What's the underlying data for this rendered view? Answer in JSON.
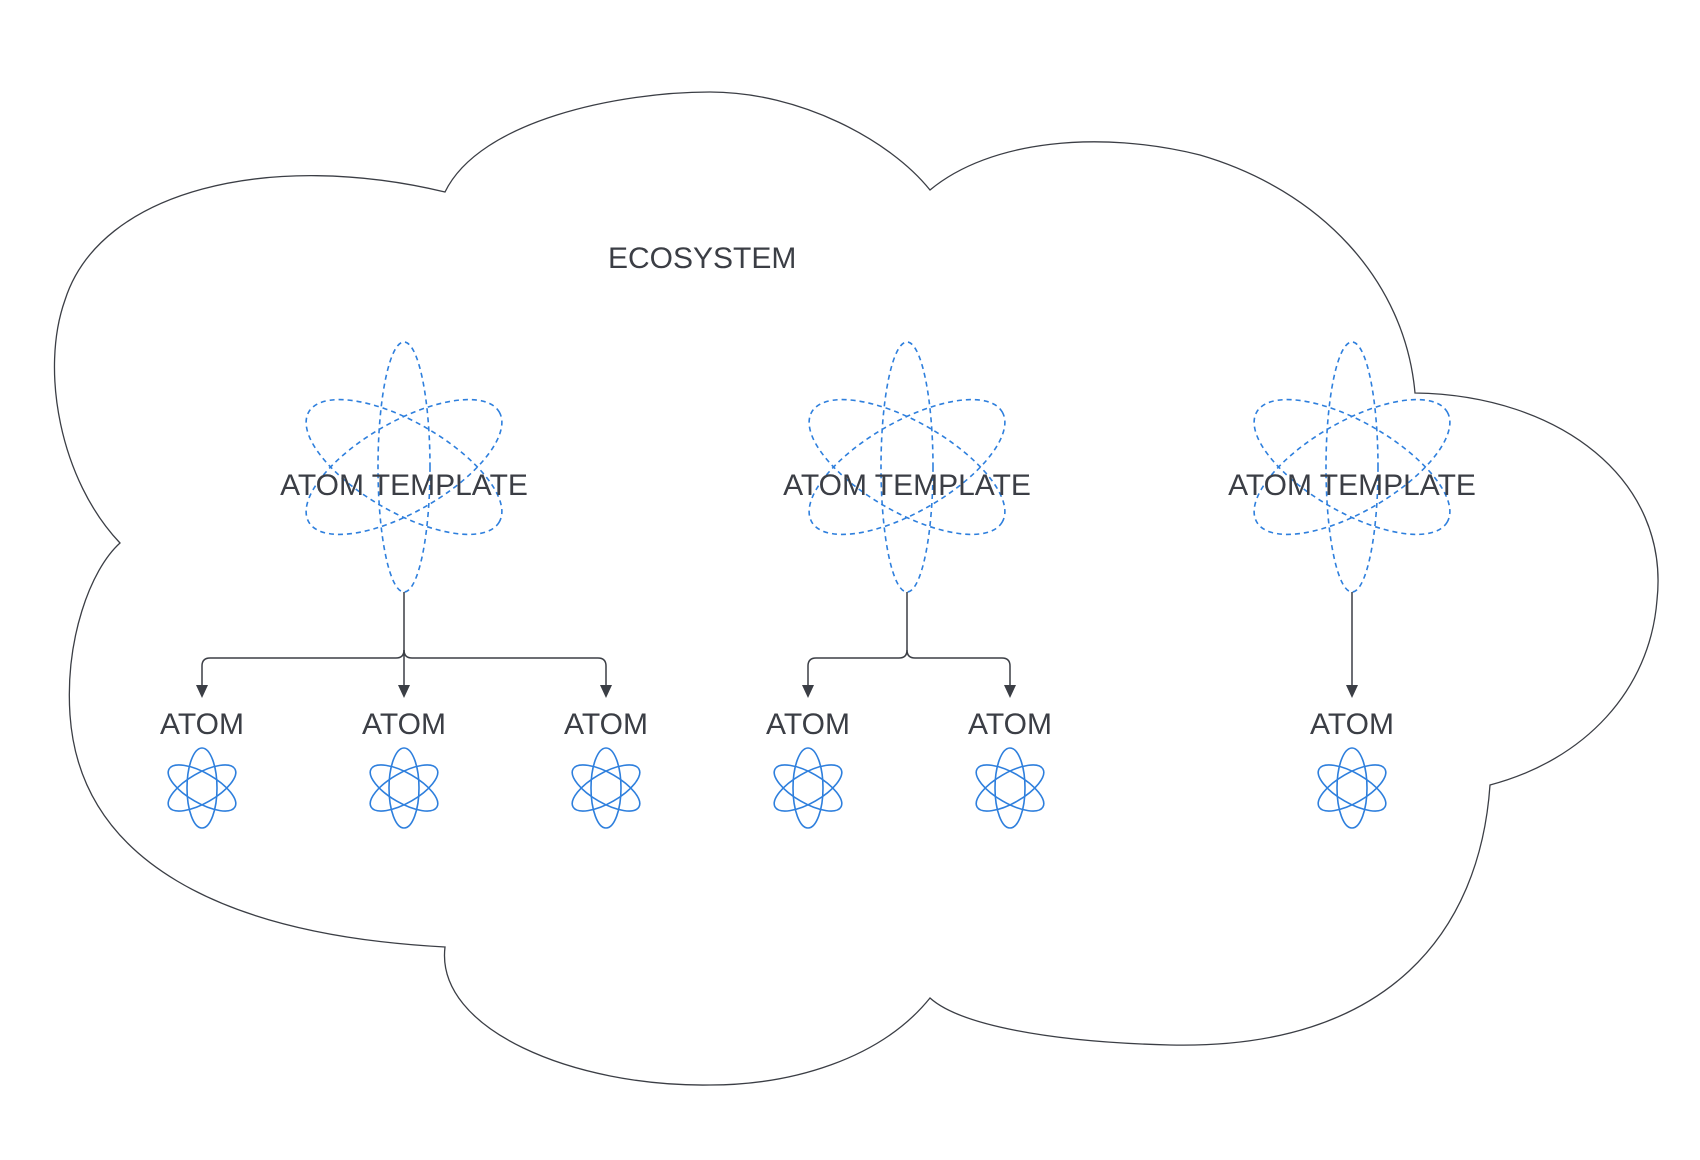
{
  "diagram": {
    "ecosystem_label": "ECOSYSTEM",
    "templates": [
      {
        "label": "ATOM TEMPLATE",
        "children": [
          {
            "label": "ATOM"
          },
          {
            "label": "ATOM"
          },
          {
            "label": "ATOM"
          }
        ]
      },
      {
        "label": "ATOM TEMPLATE",
        "children": [
          {
            "label": "ATOM"
          },
          {
            "label": "ATOM"
          }
        ]
      },
      {
        "label": "ATOM TEMPLATE",
        "children": [
          {
            "label": "ATOM"
          }
        ]
      }
    ]
  },
  "colors": {
    "outline": "#3b3e45",
    "atom_blue": "#2e7fdd",
    "text": "#3b3e45"
  },
  "icons": {
    "template": "atom-icon-dashed",
    "atom": "atom-icon"
  }
}
